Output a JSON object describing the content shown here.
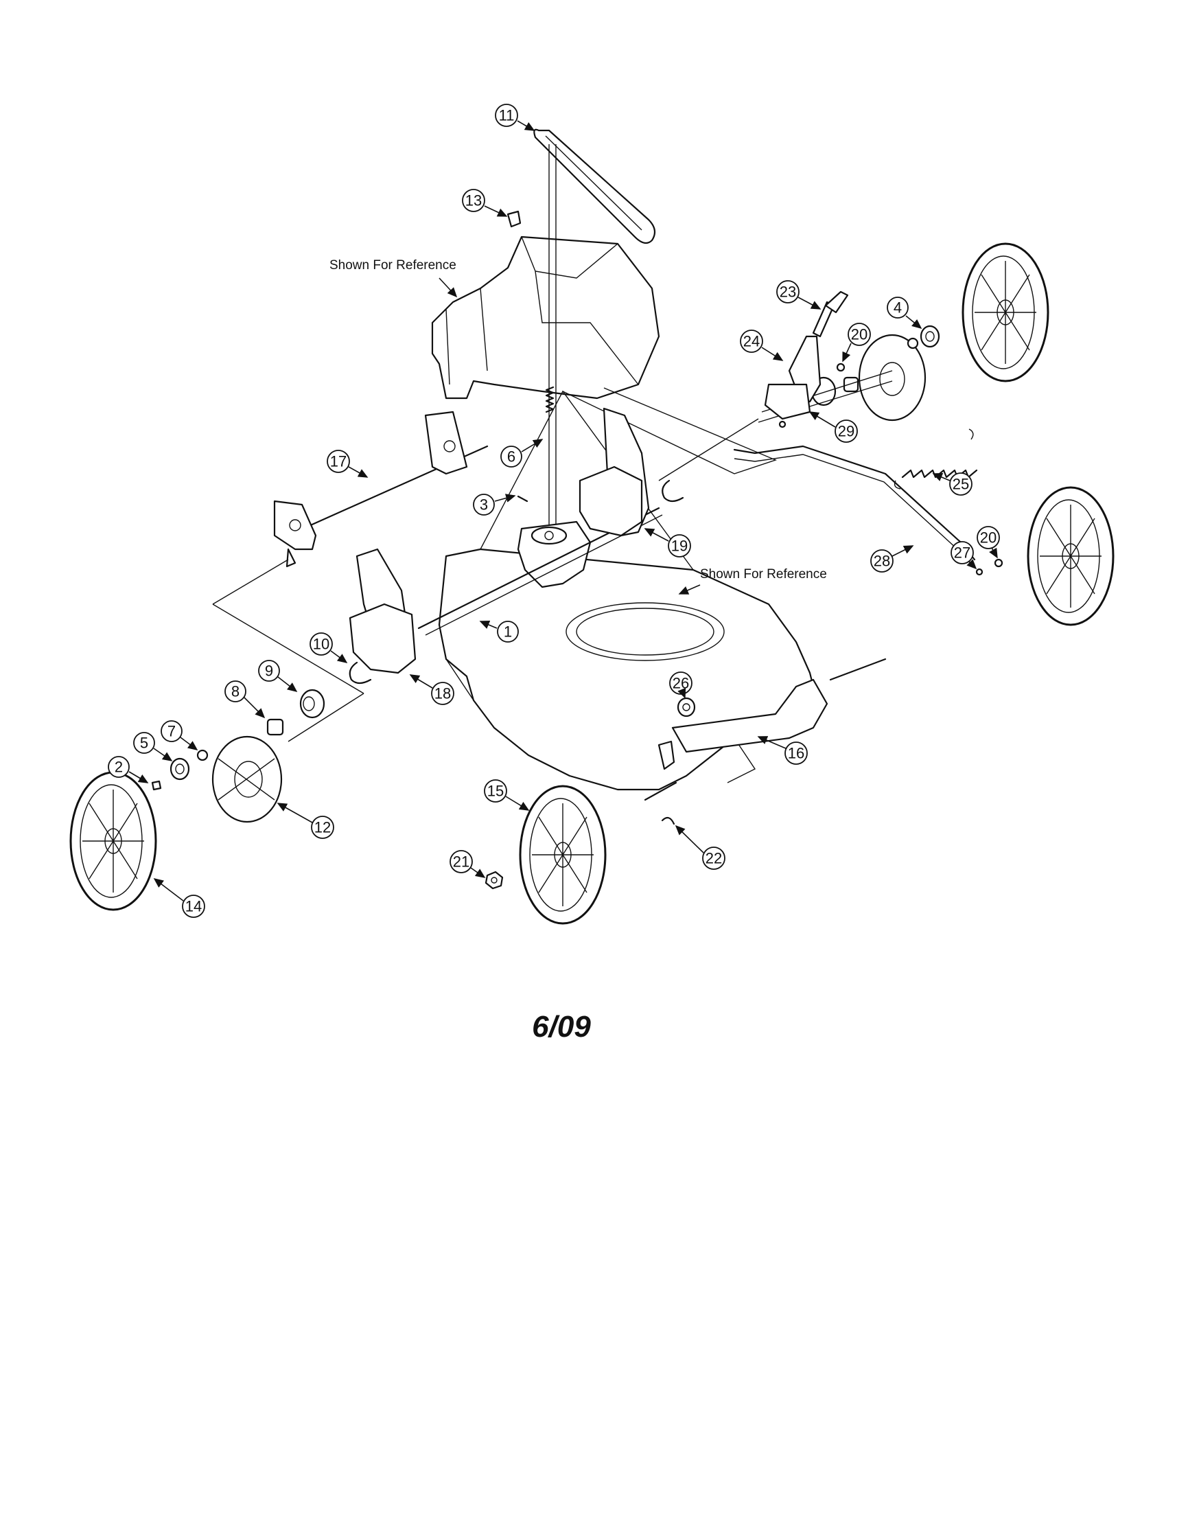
{
  "diagram": {
    "reference_notes": [
      "Shown For Reference",
      "Shown For Reference"
    ],
    "date_code": "6/09",
    "callouts": [
      "1",
      "2",
      "3",
      "4",
      "5",
      "6",
      "7",
      "8",
      "9",
      "10",
      "11",
      "12",
      "13",
      "14",
      "15",
      "16",
      "17",
      "18",
      "19",
      "20",
      "20",
      "21",
      "22",
      "23",
      "24",
      "25",
      "26",
      "27",
      "28",
      "29"
    ]
  }
}
